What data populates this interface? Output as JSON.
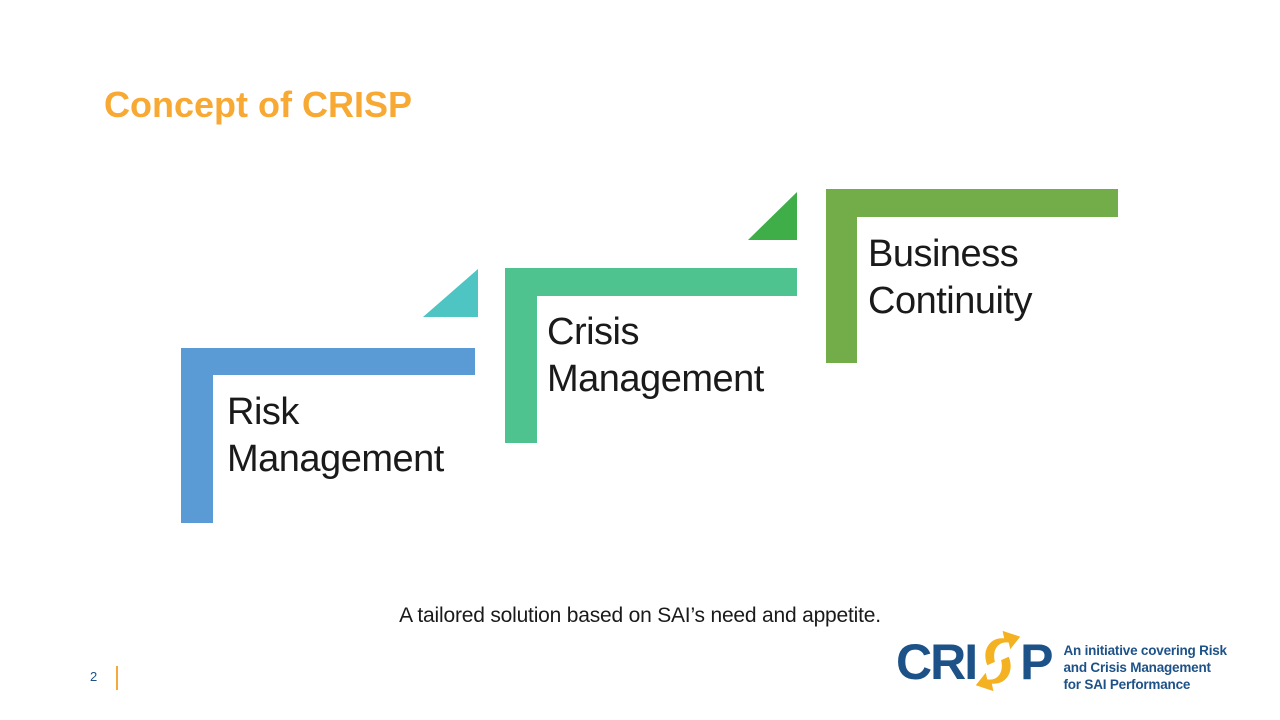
{
  "slide": {
    "title": "Concept of CRISP",
    "caption": "A tailored solution based on SAI’s need and appetite.",
    "page_number": "2"
  },
  "steps": [
    {
      "label": "Risk Management",
      "color": "#5B9BD5"
    },
    {
      "label": "Crisis Management",
      "color": "#4EC28F"
    },
    {
      "label": "Business Continuity",
      "color": "#73AD4A"
    }
  ],
  "triangles": [
    {
      "name": "connector-triangle-1",
      "color": "#4EC5C2"
    },
    {
      "name": "connector-triangle-2",
      "color": "#3FAE49"
    }
  ],
  "logo": {
    "word_start": "CRI",
    "word_end": "P",
    "bolt_icon": "lightning-bolt-arrow",
    "tagline_lines": [
      "An initiative covering Risk",
      "and Crisis Management",
      "for SAI Performance"
    ],
    "brand_blue": "#1D5288",
    "brand_gold": "#F4B223"
  },
  "colors": {
    "title_orange": "#F7A933",
    "footer_line_gold": "#F5A93B",
    "body_text": "#1A1A1A"
  }
}
